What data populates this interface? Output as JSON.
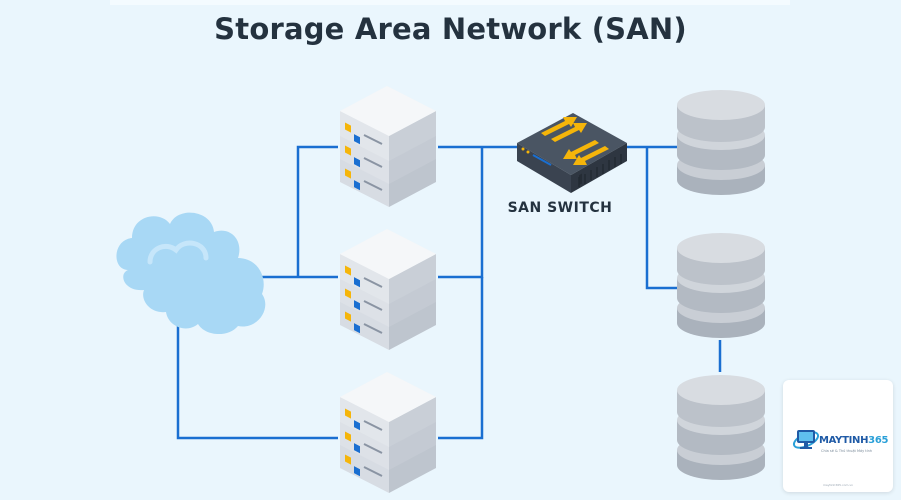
{
  "title": "Storage Area Network (SAN)",
  "switch_label": "SAN SWITCH",
  "colors": {
    "background": "#eaf6fd",
    "link": "#1a6fd1",
    "cloud": "#a8d8f5",
    "server_face": "#e6e9ee",
    "switch_body": "#3a4350",
    "arrow": "#f5b50a",
    "disk": "#c6ccd4"
  },
  "icons": [
    "cloud-icon",
    "server-icon",
    "san-switch-icon",
    "storage-disk-icon",
    "maytinh365-logo-icon"
  ],
  "watermark": {
    "brand_part1": "MAYTINH",
    "brand_part2": "365",
    "tagline": "Chia sẻ & Thủ thuật Máy tính",
    "footer": "maytinh365.com.vn"
  }
}
